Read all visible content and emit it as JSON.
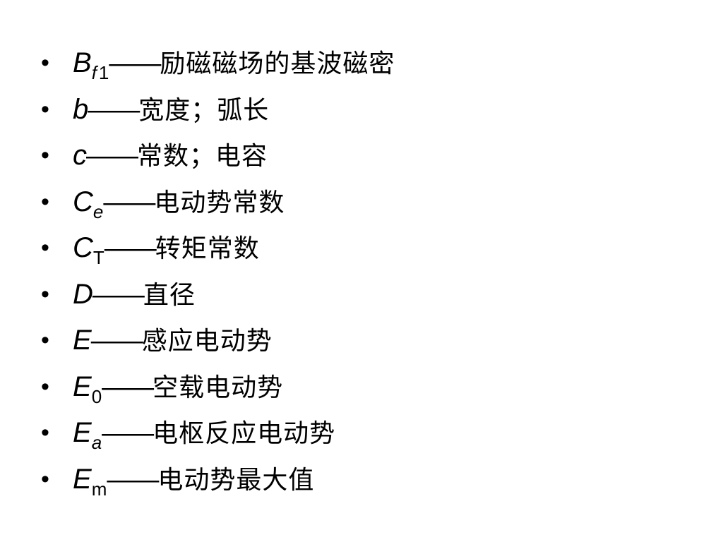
{
  "bullet": "•",
  "dash": "——",
  "items": [
    {
      "sym": "B",
      "sub": "f",
      "sub_extra": "1",
      "desc": "励磁磁场的基波磁密"
    },
    {
      "sym": "b",
      "sub": "",
      "desc": "宽度；弧长"
    },
    {
      "sym": "c",
      "sub": "",
      "desc": "常数；电容"
    },
    {
      "sym": "C",
      "sub": "e",
      "desc": "电动势常数"
    },
    {
      "sym": "C",
      "sub": "T",
      "desc": "转矩常数"
    },
    {
      "sym": "D",
      "sub": "",
      "desc": "直径"
    },
    {
      "sym": "E",
      "sub": "",
      "desc": "感应电动势"
    },
    {
      "sym": "E",
      "sub": "0",
      "desc": "空载电动势"
    },
    {
      "sym": "E",
      "sub": "a",
      "desc": "电枢反应电动势"
    },
    {
      "sym": "E",
      "sub": "m",
      "desc": "电动势最大值"
    }
  ]
}
